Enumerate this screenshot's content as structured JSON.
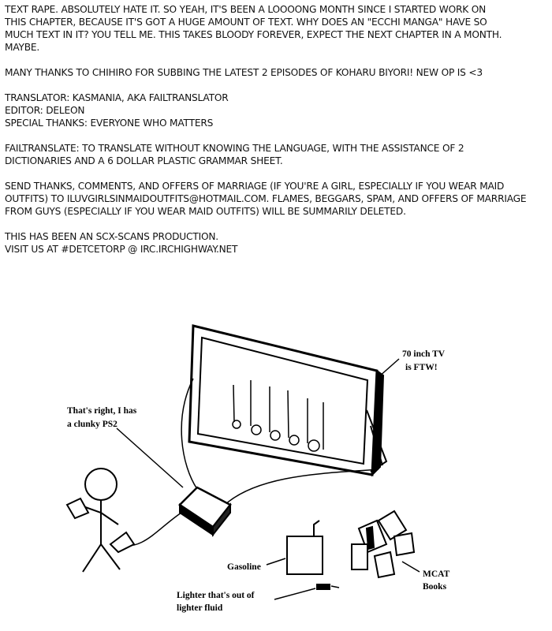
{
  "notes": [
    {
      "lines": [
        "Text rape.  Absolutely hate it.  So yeah, it's been a loooong month since I started work on",
        "this chapter, because it's got a huge amount of text.  Why does an \"ecchi manga\" have so",
        "much text in it?  You tell me.  This takes bloody forever, expect the next chapter in a month.",
        "Maybe."
      ]
    },
    {
      "lines": [
        "Many thanks to Chihiro for subbing the latest 2 episodes of Koharu Biyori!  New OP is <3"
      ]
    },
    {
      "lines": [
        "Translator: Kasmania, aka Failtranslator",
        "Editor: Deleon",
        "Special thanks: Everyone who matters"
      ]
    },
    {
      "lines": [
        "Failtranslate: to translate without knowing the language, with the assistance of 2",
        "dictionaries and a 6 dollar plastic grammar sheet."
      ]
    },
    {
      "lines": [
        "Send thanks, comments, and offers of marriage (if you're a girl, especially if you wear maid",
        "outfits) to iluvgirlsinmaidoutfits@hotmail.com.  Flames, beggars, spam, and offers of marriage",
        "from guys (especially if you wear maid outfits) will be summarily deleted."
      ]
    },
    {
      "lines": [
        "This has been an SCX-Scans production.",
        "Visit us at #detcetorp @ irc.irchighway.net"
      ]
    }
  ],
  "drawing": {
    "tv_label": [
      "70 inch TV",
      "is FTW!"
    ],
    "ps2_label": [
      "That's right, I has",
      "a clunky PS2"
    ],
    "gasoline_label": "Gasoline",
    "books_label": [
      "MCAT",
      "Books"
    ],
    "lighter_label": [
      "Lighter that's out of",
      "lighter fluid"
    ]
  }
}
